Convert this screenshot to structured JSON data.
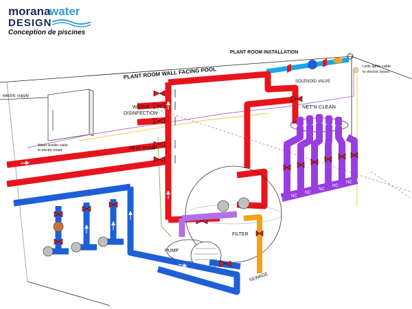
{
  "brand": {
    "word1": "morana",
    "word2": "water",
    "word3": "DESIGN",
    "tagline": "Conception de piscines",
    "color_dark": "#1a2a5a",
    "color_accent": "#2f9fd8"
  },
  "titles": {
    "installation": "PLANT ROOM INSTALLATION",
    "wall": "PLANT ROOM WALL FACING POOL"
  },
  "labels": {
    "electric_supply": "electric supply",
    "water_disinfection_1": "WATER",
    "water_disinfection_2": "DISINFECTION",
    "heat_pump": "HEAT PUMP",
    "water_leveller_1": "Water leveller cable",
    "water_leveller_2": "to electric board",
    "solenoid_valve": "SOLENOID VALVE",
    "leds_1": "Leds lights cable",
    "leds_2": "to electric board",
    "net_n_clean": "NET'N CLEAN",
    "pump": "PUMP",
    "filter": "FILTER",
    "sewage": "SEWAGE",
    "nc": "NC"
  },
  "colors": {
    "hot": "#e8141c",
    "cold": "#1e5fd8",
    "purple": "#9a3de0",
    "orange": "#f5a018",
    "cyan": "#18a8e8",
    "cable_green": "#7ab848",
    "cable_yellow": "#e8c838",
    "cable_purple": "#b06ad0"
  }
}
